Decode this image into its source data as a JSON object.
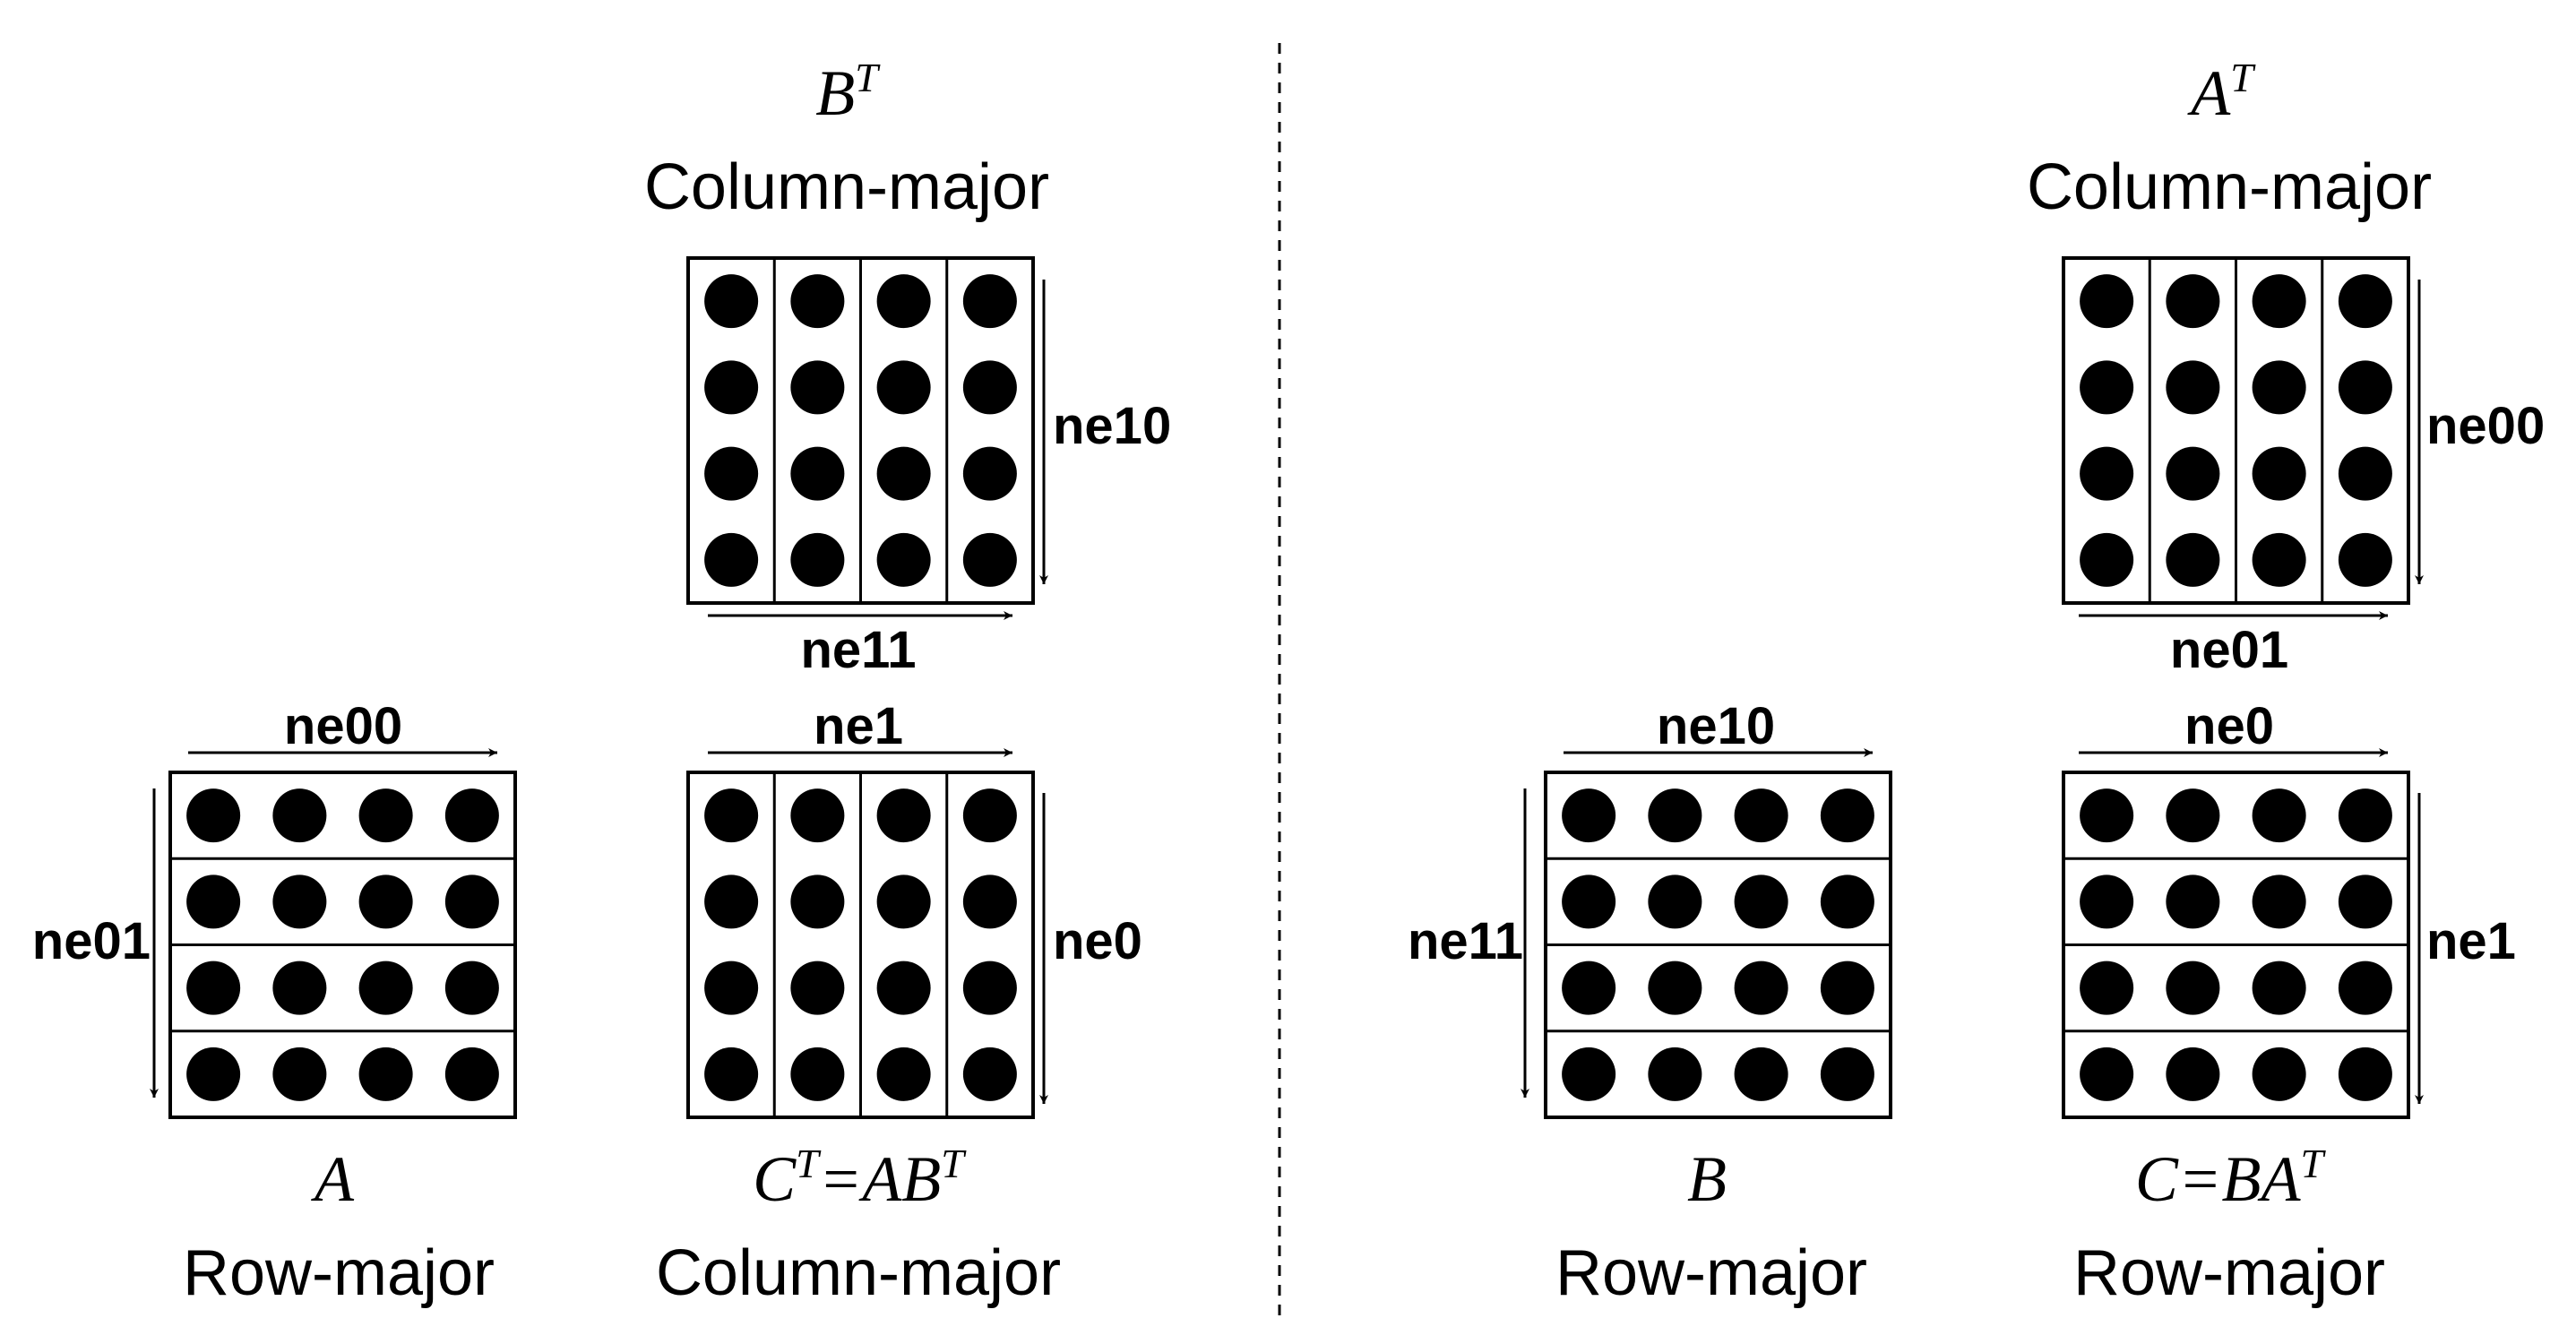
{
  "left_panel": {
    "top_matrix": {
      "name": "B",
      "name_sup": "T",
      "order": "Column-major",
      "layout": "columns",
      "side_label": "ne10",
      "bottom_label": "ne11"
    },
    "a_matrix": {
      "name": "A",
      "order": "Row-major",
      "layout": "rows",
      "top_label": "ne00",
      "side_label": "ne01"
    },
    "result_matrix": {
      "formula_c": "C",
      "formula_c_sup": "T",
      "formula_eq": "=AB",
      "formula_tail_sup": "T",
      "order": "Column-major",
      "layout": "columns",
      "top_label": "ne1",
      "side_label": "ne0"
    }
  },
  "right_panel": {
    "top_matrix": {
      "name": "A",
      "name_sup": "T",
      "order": "Column-major",
      "layout": "columns",
      "side_label": "ne00",
      "bottom_label": "ne01"
    },
    "b_matrix": {
      "name": "B",
      "order": "Row-major",
      "layout": "rows",
      "top_label": "ne10",
      "side_label": "ne11"
    },
    "result_matrix": {
      "formula_c": "C",
      "formula_eq": "=BA",
      "formula_tail_sup": "T",
      "order": "Row-major",
      "layout": "rows",
      "top_label": "ne0",
      "side_label": "ne1"
    }
  },
  "grid": {
    "rows": 4,
    "cols": 4
  },
  "colors": {
    "ink": "#000000",
    "background": "#ffffff"
  }
}
